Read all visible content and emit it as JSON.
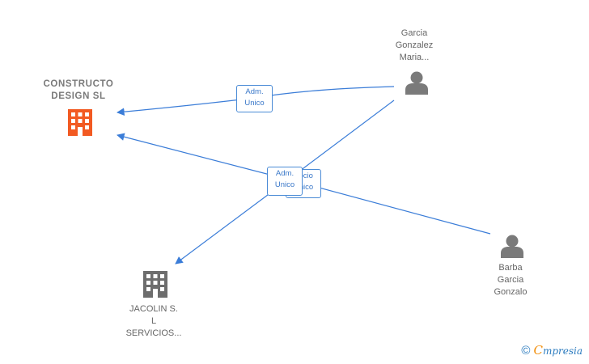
{
  "nodes": {
    "main_company": {
      "label": "CONSTRUCTO\nDESIGN  SL",
      "kind": "company",
      "color": "#f25a22"
    },
    "person_1": {
      "label": "Garcia\nGonzalez\nMaria...",
      "kind": "person"
    },
    "person_2": {
      "label": "Barba\nGarcia\nGonzalo",
      "kind": "person"
    },
    "company_2": {
      "label": "JACOLIN S.\nL\nSERVICIOS...",
      "kind": "company",
      "color": "#6d6d6d"
    }
  },
  "edges": {
    "e1_label": "Adm.\nUnico",
    "e2_label": "Adm.\nUnico",
    "e3_label": "Socio\nÚnico"
  },
  "footer": {
    "copyright": "©",
    "brand_first": "C",
    "brand_rest": "mpresia"
  },
  "colors": {
    "edge": "#3b7dd8",
    "person_icon": "#7a7a7a"
  },
  "icons": [
    "building-icon",
    "person-icon"
  ]
}
